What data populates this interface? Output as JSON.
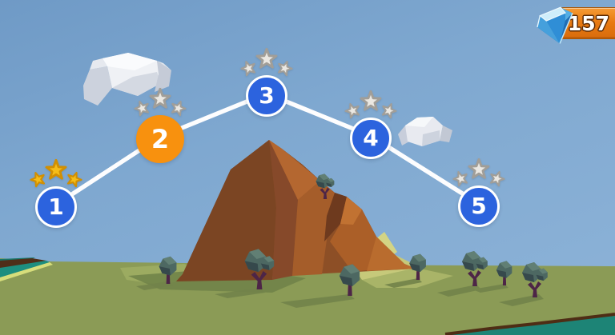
{
  "hud": {
    "gem_count": "157"
  },
  "levels": [
    {
      "label": "1",
      "stars_earned": 3,
      "stars_total": 3,
      "state": "completed",
      "circle_color": "#2c63de",
      "circle_border": "#ffffff"
    },
    {
      "label": "2",
      "stars_earned": 0,
      "stars_total": 3,
      "state": "current",
      "circle_color": "#f8910e",
      "circle_border": "#f8910e"
    },
    {
      "label": "3",
      "stars_earned": 0,
      "stars_total": 3,
      "state": "available",
      "circle_color": "#2c63de",
      "circle_border": "#ffffff"
    },
    {
      "label": "4",
      "stars_earned": 0,
      "stars_total": 3,
      "state": "available",
      "circle_color": "#2c63de",
      "circle_border": "#ffffff"
    },
    {
      "label": "5",
      "stars_earned": 0,
      "stars_total": 3,
      "state": "available",
      "circle_color": "#2c63de",
      "circle_border": "#ffffff"
    }
  ],
  "palette": {
    "sky_top": "#6f9ac6",
    "sky_bottom": "#8db3d8",
    "grass": "#8b9b56",
    "path_line": "#ffffff",
    "level_blue": "#2c63de",
    "level_current_orange": "#f8910e",
    "star_gold_fill": "#f5bd18",
    "star_gold_stroke": "#d18f02",
    "star_empty_fill": "#ebe8e2",
    "star_empty_stroke": "#a19e98",
    "hud_badge_orange": "#e87c14",
    "hud_text_outline": "#5c2a04",
    "gem_blue": "#54aee4",
    "mountain_dark": "#7b4523",
    "mountain_bright": "#b46730",
    "tree_canopy": "#4d6862",
    "tree_trunk": "#4d2547"
  }
}
